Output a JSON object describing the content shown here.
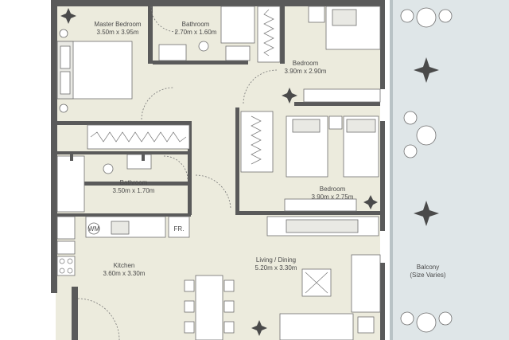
{
  "colors": {
    "floor": "#ecebdd",
    "balcony": "#dfe6e8",
    "wall": "#5a5a5a",
    "furniture": "#ffffff"
  },
  "rooms": {
    "master_bedroom": {
      "name": "Master Bedroom",
      "dims": "3.50m x 3.95m"
    },
    "bathroom_top": {
      "name": "Bathroom",
      "dims": "2.70m x 1.60m"
    },
    "bedroom_2": {
      "name": "Bedroom",
      "dims": "3.90m x 2.90m"
    },
    "bedroom_3": {
      "name": "Bedroom",
      "dims": "3.90m x 2.75m"
    },
    "bathroom_mid": {
      "name": "Bathroom",
      "dims": "3.50m x 1.70m"
    },
    "kitchen": {
      "name": "Kitchen",
      "dims": "3.60m x 3.30m"
    },
    "living": {
      "name": "Living / Dining",
      "dims": "5.20m x 3.30m"
    },
    "balcony": {
      "name": "Balcony",
      "dims": "(Size Varies)"
    }
  },
  "appliances": {
    "washing_machine": "WM",
    "fridge": "FR."
  }
}
